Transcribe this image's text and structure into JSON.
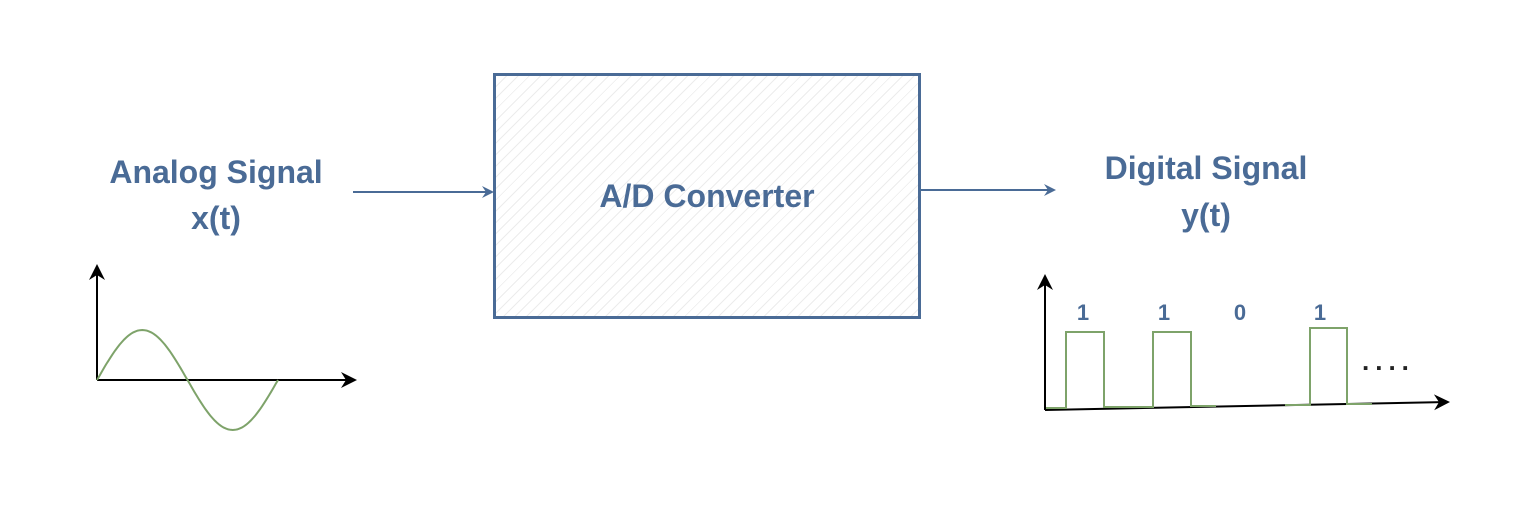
{
  "colors": {
    "text": "#4a6b96",
    "arrow": "#4a6b96",
    "block_border": "#4a6b96",
    "signal": "#7ea36a",
    "axis": "#000000"
  },
  "input": {
    "title": "Analog Signal",
    "symbol": "x(t)"
  },
  "converter": {
    "title": "A/D Converter"
  },
  "output": {
    "title": "Digital Signal",
    "symbol": "y(t)",
    "bits": [
      "1",
      "1",
      "0",
      "1"
    ],
    "continuation": "...."
  }
}
